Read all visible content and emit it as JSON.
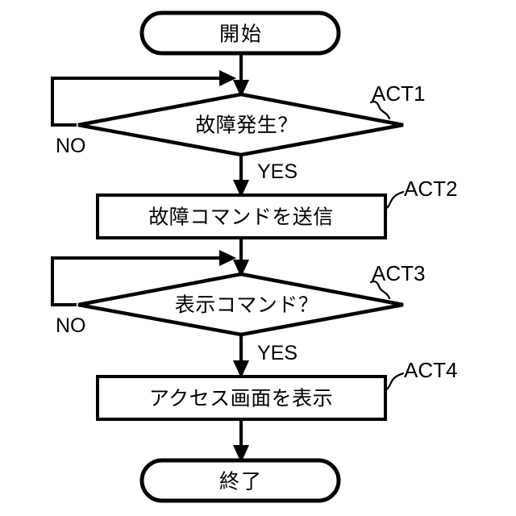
{
  "diagram": {
    "type": "flowchart",
    "orientation": "top-to-bottom",
    "background_color": "#ffffff",
    "line_color": "#000000",
    "text_color": "#000000",
    "nodes": [
      {
        "id": "start",
        "shape": "terminator",
        "label": "開始",
        "act_tag": ""
      },
      {
        "id": "act1",
        "shape": "decision",
        "label": "故障発生？",
        "act_tag": "ACT1"
      },
      {
        "id": "act2",
        "shape": "process",
        "label": "故障コマンドを送信",
        "act_tag": "ACT2"
      },
      {
        "id": "act3",
        "shape": "decision",
        "label": "表示コマンド？",
        "act_tag": "ACT3"
      },
      {
        "id": "act4",
        "shape": "process",
        "label": "アクセス画面を表示",
        "act_tag": "ACT4"
      },
      {
        "id": "end",
        "shape": "terminator",
        "label": "終了",
        "act_tag": ""
      }
    ],
    "edges": [
      {
        "from": "start",
        "to": "act1",
        "label": ""
      },
      {
        "from": "act1",
        "to": "act2",
        "label": "YES"
      },
      {
        "from": "act1",
        "to": "act1",
        "label": "NO"
      },
      {
        "from": "act2",
        "to": "act3",
        "label": ""
      },
      {
        "from": "act3",
        "to": "act4",
        "label": "YES"
      },
      {
        "from": "act3",
        "to": "act3",
        "label": "NO"
      },
      {
        "from": "act4",
        "to": "end",
        "label": ""
      }
    ],
    "labels": {
      "yes_1": "YES",
      "yes_2": "YES",
      "no_1": "NO",
      "no_2": "NO",
      "act1": "ACT1",
      "act2": "ACT2",
      "act3": "ACT3",
      "act4": "ACT4"
    }
  }
}
